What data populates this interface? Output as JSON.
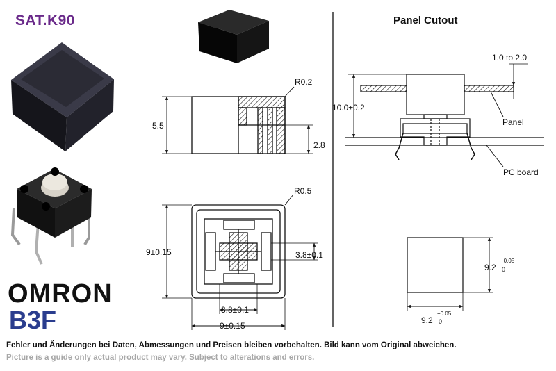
{
  "header": {
    "product_code": "SAT.K90"
  },
  "brand": {
    "name": "OMRON",
    "model": "B3F"
  },
  "footer": {
    "note_de": "Fehler und Änderungen bei Daten, Abmessungen und Preisen bleiben vorbehalten. Bild kann vom Original abweichen.",
    "note_en": "Picture is a guide only actual product may vary. Subject to alterations and errors."
  },
  "side_view": {
    "radius": "R0.2",
    "height": "5.5",
    "depth": "2.8"
  },
  "top_view": {
    "radius": "R0.5",
    "height": "9±0.15",
    "inner_height": "3.8±0.1",
    "inner_width": "3.8±0.1",
    "width": "9±0.15"
  },
  "panel_cutout": {
    "title": "Panel Cutout",
    "thickness": "1.0 to 2.0",
    "total_height": "10.0±0.2",
    "panel_label": "Panel",
    "board_label": "PC board",
    "cutout_height": "9.2",
    "cutout_height_tol_upper": "+0.05",
    "cutout_height_tol_lower": "0",
    "cutout_width": "9.2",
    "cutout_width_tol_upper": "+0.05",
    "cutout_width_tol_lower": "0"
  }
}
